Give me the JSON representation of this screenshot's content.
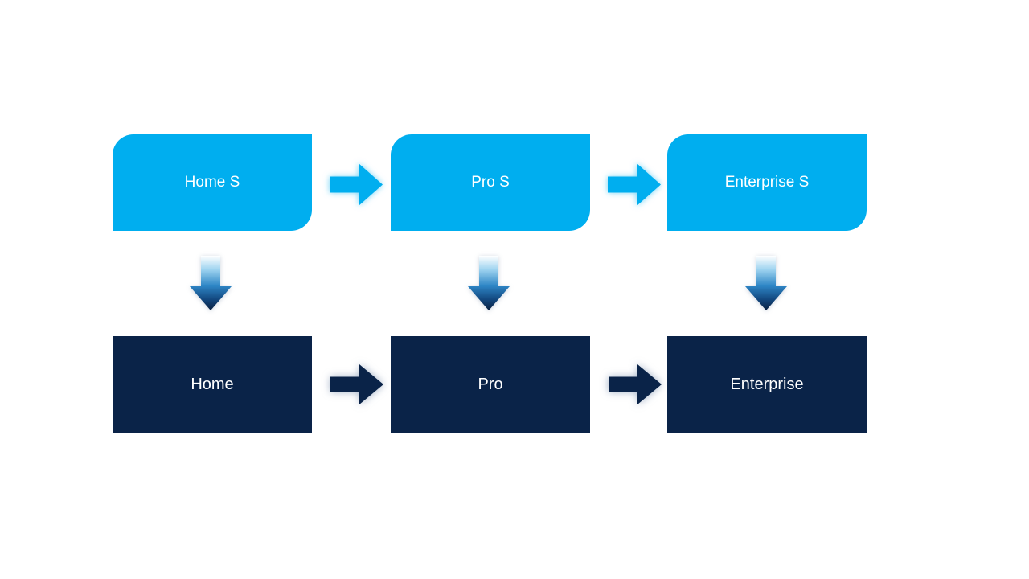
{
  "diagram": {
    "top_row": [
      {
        "label": "Home S"
      },
      {
        "label": "Pro S"
      },
      {
        "label": "Enterprise S"
      }
    ],
    "bottom_row": [
      {
        "label": "Home"
      },
      {
        "label": "Pro"
      },
      {
        "label": "Enterprise"
      }
    ],
    "colors": {
      "box_light_blue": "#00AEEF",
      "box_navy": "#0A2348",
      "label_text": "#FFFFFF",
      "down_arrow_gradient": [
        "#FFFFFF",
        "#9FD4F0",
        "#2E86C6",
        "#12477E",
        "#0A2040"
      ]
    }
  }
}
